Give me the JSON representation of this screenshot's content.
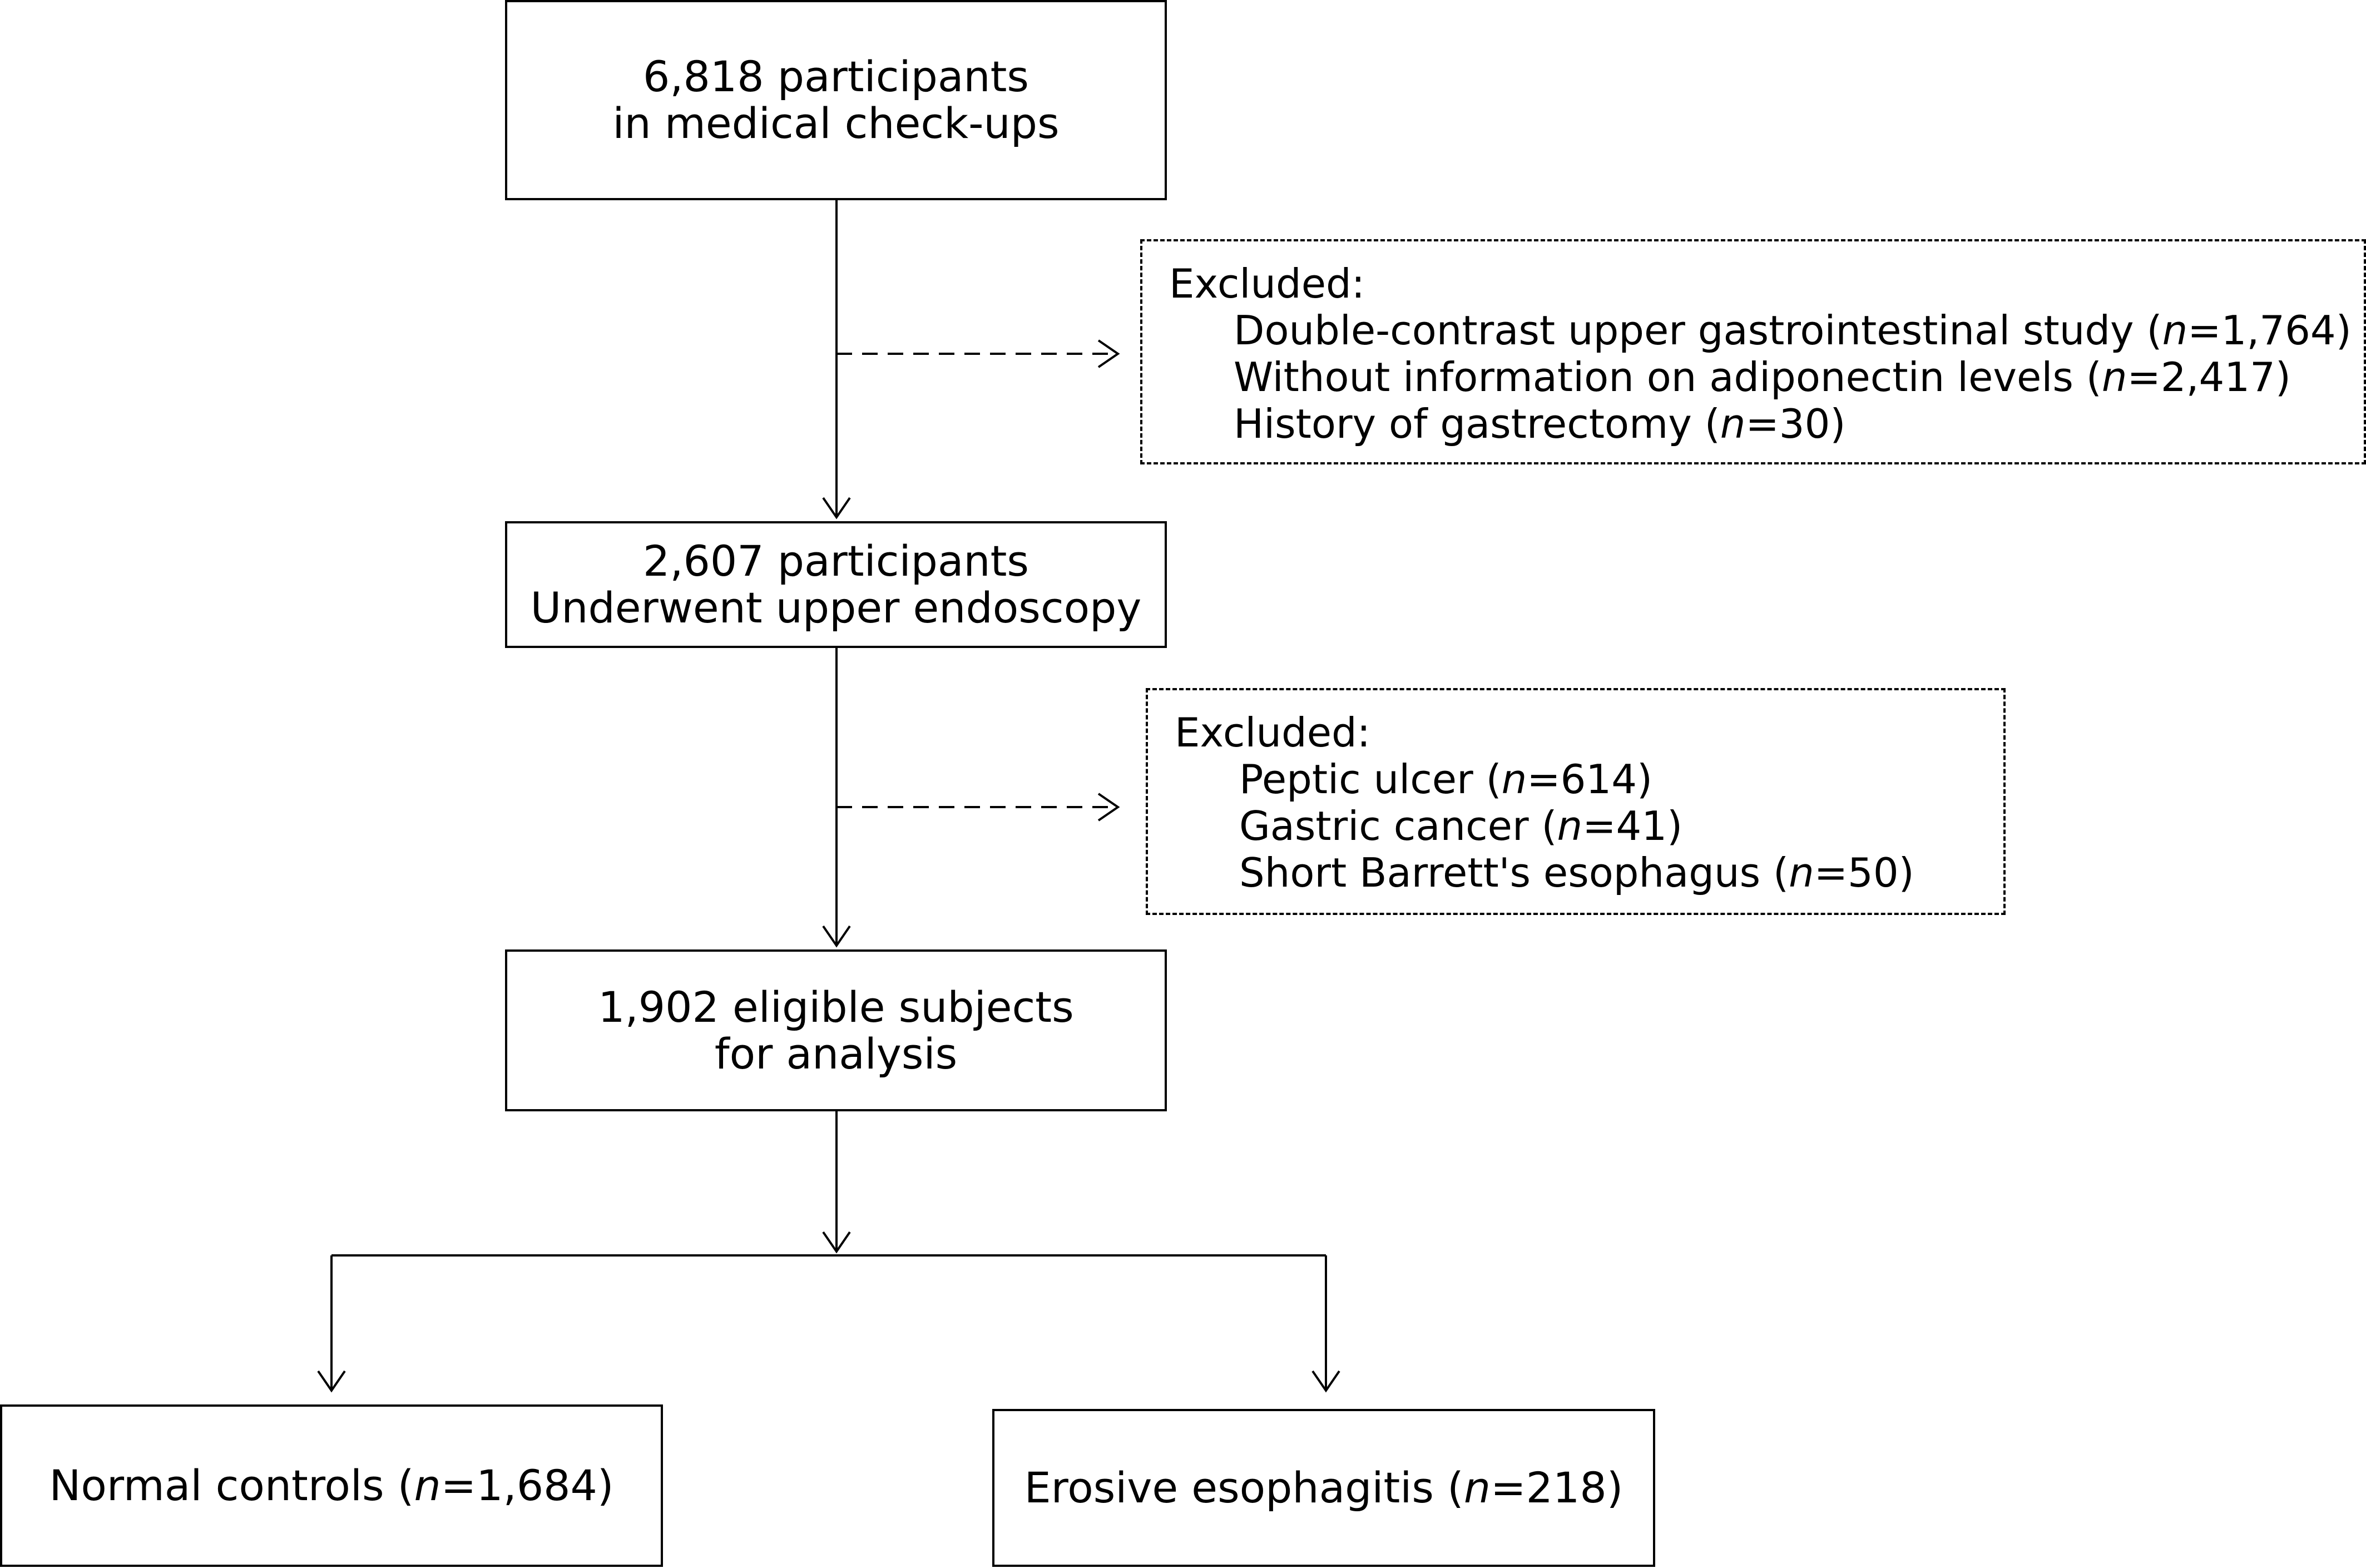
{
  "boxes": {
    "checkups": {
      "line1": "6,818 participants",
      "line2": "in medical check-ups"
    },
    "endoscopy": {
      "line1": "2,607 participants",
      "line2": "Underwent upper endoscopy"
    },
    "eligible": {
      "line1": "1,902 eligible subjects",
      "line2": "for analysis"
    },
    "controls": {
      "label": "Normal controls (",
      "n_symbol": "n",
      "n_value": "=1,684)"
    },
    "esophagitis": {
      "label": "Erosive esophagitis (",
      "n_symbol": "n",
      "n_value": "=218)"
    }
  },
  "exclusions_1": {
    "header": "Excluded:",
    "items": [
      {
        "label": "Double-contrast upper gastrointestinal study (",
        "n_symbol": "n",
        "n_value": "=1,764)"
      },
      {
        "label": "Without information on adiponectin levels (",
        "n_symbol": "n",
        "n_value": "=2,417)"
      },
      {
        "label": "History of gastrectomy (",
        "n_symbol": "n",
        "n_value": "=30)"
      }
    ]
  },
  "exclusions_2": {
    "header": "Excluded:",
    "items": [
      {
        "label": "Peptic ulcer (",
        "n_symbol": "n",
        "n_value": "=614)"
      },
      {
        "label": "Gastric cancer (",
        "n_symbol": "n",
        "n_value": "=41)"
      },
      {
        "label": "Short Barrett's esophagus (",
        "n_symbol": "n",
        "n_value": "=50)"
      }
    ]
  }
}
